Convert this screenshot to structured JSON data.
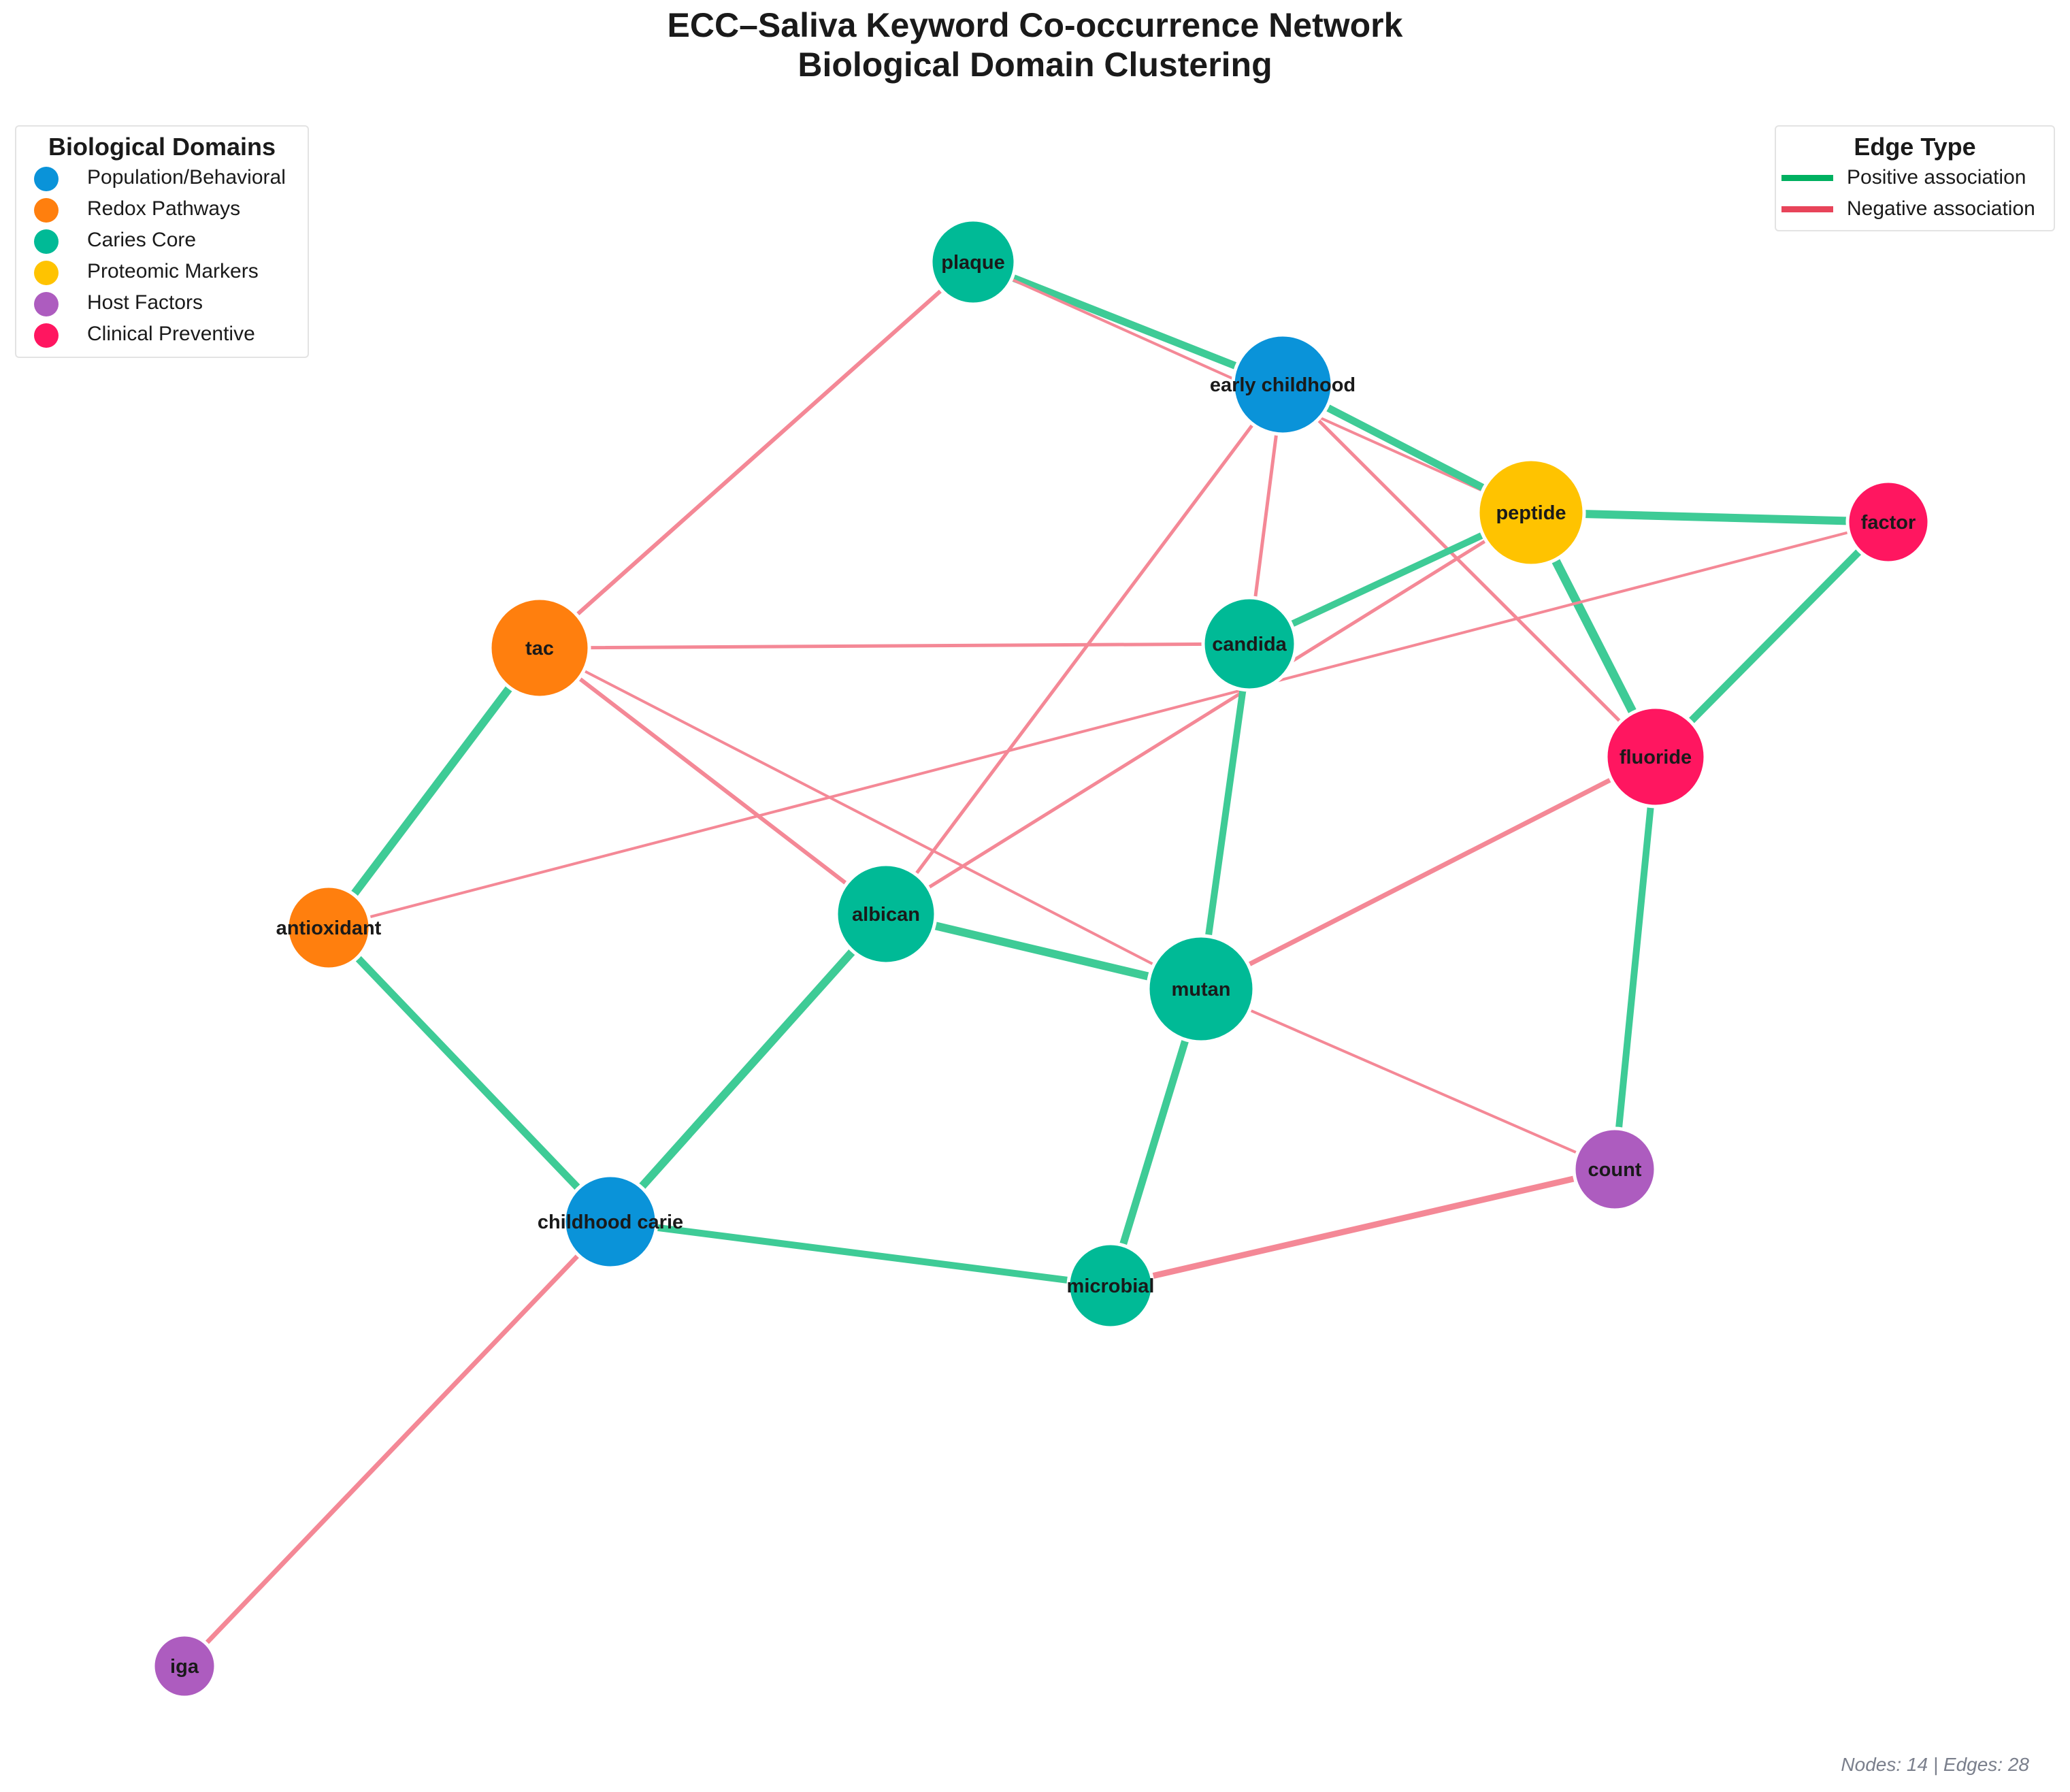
{
  "title": {
    "line1": "ECC–Saliva Keyword Co-occurrence Network",
    "line2": "Biological Domain Clustering"
  },
  "domain_legend": {
    "title": "Biological Domains",
    "items": [
      {
        "key": "population",
        "label": "Population/Behavioral",
        "color": "#0a93d9"
      },
      {
        "key": "redox",
        "label": "Redox Pathways",
        "color": "#ff7f0e"
      },
      {
        "key": "caries",
        "label": "Caries Core",
        "color": "#00ba96"
      },
      {
        "key": "proteomic",
        "label": "Proteomic Markers",
        "color": "#ffc300"
      },
      {
        "key": "host",
        "label": "Host Factors",
        "color": "#ad5cbf"
      },
      {
        "key": "clinical",
        "label": "Clinical Preventive",
        "color": "#ff1660"
      }
    ]
  },
  "edge_legend": {
    "title": "Edge Type",
    "items": [
      {
        "key": "positive",
        "label": "Positive association",
        "color": "#00b060"
      },
      {
        "key": "negative",
        "label": "Negative association",
        "color": "#e8445a"
      }
    ]
  },
  "edge_colors": {
    "positive": "#3ecb96",
    "negative": "#f48896"
  },
  "footer": "Nodes: 14 | Edges: 28",
  "nodes": [
    {
      "id": "plaque",
      "label": "plaque",
      "domain": "caries"
    },
    {
      "id": "early_childhood",
      "label": "early childhood",
      "domain": "population"
    },
    {
      "id": "peptide",
      "label": "peptide",
      "domain": "proteomic"
    },
    {
      "id": "factor",
      "label": "factor",
      "domain": "clinical"
    },
    {
      "id": "tac",
      "label": "tac",
      "domain": "redox"
    },
    {
      "id": "candida",
      "label": "candida",
      "domain": "caries"
    },
    {
      "id": "fluoride",
      "label": "fluoride",
      "domain": "clinical"
    },
    {
      "id": "antioxidant",
      "label": "antioxidant",
      "domain": "redox"
    },
    {
      "id": "albican",
      "label": "albican",
      "domain": "caries"
    },
    {
      "id": "mutan",
      "label": "mutan",
      "domain": "caries"
    },
    {
      "id": "count",
      "label": "count",
      "domain": "host"
    },
    {
      "id": "childhood_carie",
      "label": "childhood carie",
      "domain": "population"
    },
    {
      "id": "microbial",
      "label": "microbial",
      "domain": "caries"
    },
    {
      "id": "iga",
      "label": "iga",
      "domain": "host"
    }
  ],
  "edges": [
    {
      "source": "plaque",
      "target": "early_childhood",
      "type": "positive"
    },
    {
      "source": "plaque",
      "target": "peptide",
      "type": "negative"
    },
    {
      "source": "plaque",
      "target": "tac",
      "type": "negative"
    },
    {
      "source": "early_childhood",
      "target": "peptide",
      "type": "positive"
    },
    {
      "source": "early_childhood",
      "target": "candida",
      "type": "negative"
    },
    {
      "source": "early_childhood",
      "target": "fluoride",
      "type": "negative"
    },
    {
      "source": "early_childhood",
      "target": "albican",
      "type": "negative"
    },
    {
      "source": "peptide",
      "target": "factor",
      "type": "positive"
    },
    {
      "source": "peptide",
      "target": "candida",
      "type": "positive"
    },
    {
      "source": "peptide",
      "target": "fluoride",
      "type": "positive"
    },
    {
      "source": "peptide",
      "target": "albican",
      "type": "negative"
    },
    {
      "source": "factor",
      "target": "fluoride",
      "type": "positive"
    },
    {
      "source": "factor",
      "target": "antioxidant",
      "type": "negative"
    },
    {
      "source": "tac",
      "target": "candida",
      "type": "negative"
    },
    {
      "source": "tac",
      "target": "antioxidant",
      "type": "positive"
    },
    {
      "source": "tac",
      "target": "albican",
      "type": "negative"
    },
    {
      "source": "tac",
      "target": "mutan",
      "type": "negative"
    },
    {
      "source": "candida",
      "target": "mutan",
      "type": "positive"
    },
    {
      "source": "fluoride",
      "target": "mutan",
      "type": "negative"
    },
    {
      "source": "fluoride",
      "target": "count",
      "type": "positive"
    },
    {
      "source": "antioxidant",
      "target": "childhood_carie",
      "type": "positive"
    },
    {
      "source": "albican",
      "target": "mutan",
      "type": "positive"
    },
    {
      "source": "albican",
      "target": "childhood_carie",
      "type": "positive"
    },
    {
      "source": "mutan",
      "target": "count",
      "type": "negative"
    },
    {
      "source": "mutan",
      "target": "microbial",
      "type": "positive"
    },
    {
      "source": "childhood_carie",
      "target": "microbial",
      "type": "positive"
    },
    {
      "source": "childhood_carie",
      "target": "iga",
      "type": "negative"
    },
    {
      "source": "microbial",
      "target": "count",
      "type": "negative"
    }
  ]
}
